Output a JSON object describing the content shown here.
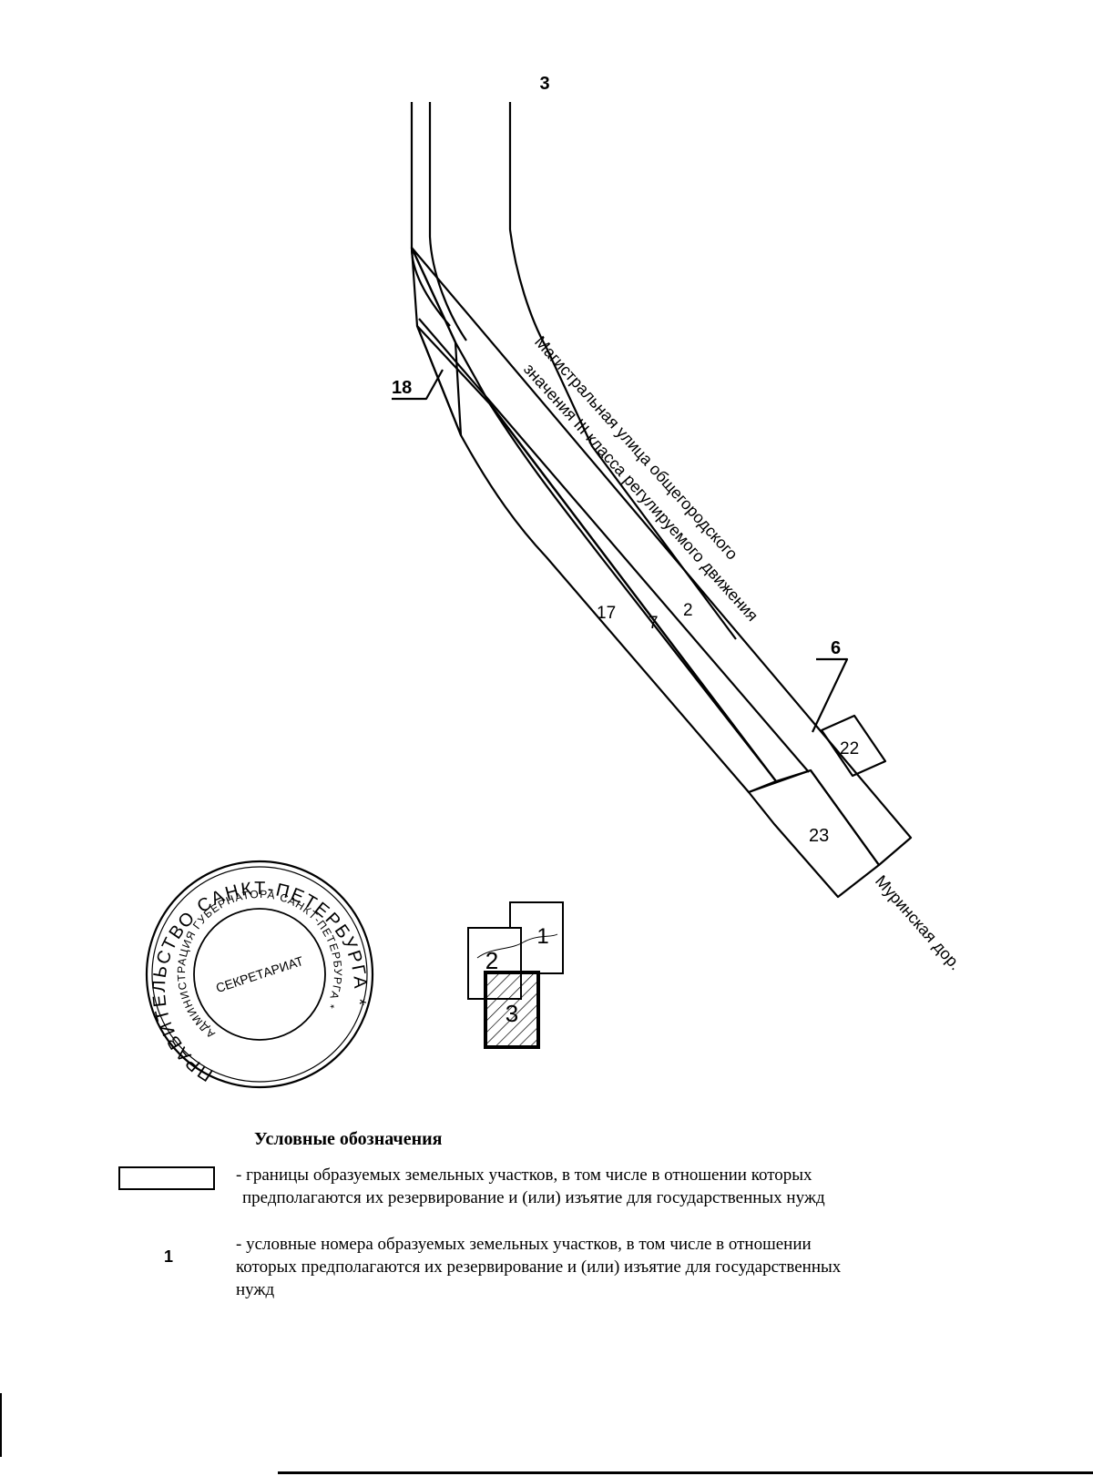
{
  "map": {
    "top_label": "3",
    "parcel_labels": {
      "p18": "18",
      "p17": "17",
      "p7": "7",
      "p2": "2",
      "p6": "6",
      "p22": "22",
      "p23": "23"
    },
    "street_line1": "Магистральная улица общегородского",
    "street_line2": "значения III класса регулируемого движения",
    "road_label": "Муринская дор."
  },
  "stamp": {
    "outer_text": "ПРАВИТЕЛЬСТВО САНКТ-ПЕТЕРБУРГА",
    "inner_text": "АДМИНИСТРАЦИЯ ГУБЕРНАТОРА САНКТ-ПЕТЕРБУРГА",
    "center_text": "СЕКРЕТАРИАТ"
  },
  "sheet_index": {
    "sheet1": "1",
    "sheet2": "2",
    "sheet3": "3"
  },
  "legend": {
    "title": "Условные обозначения",
    "boundary_text_line1": "- границы образуемых земельных участков, в том числе в отношении которых",
    "boundary_text_line2": "предполагаются их резервирование и (или) изъятие для государственных нужд",
    "number_sample": "1",
    "number_text_line1": "- условные номера образуемых земельных участков, в том числе в отношении",
    "number_text_line2": "которых предполагаются их резервирование и (или) изъятие для государственных",
    "number_text_line3": "нужд"
  }
}
